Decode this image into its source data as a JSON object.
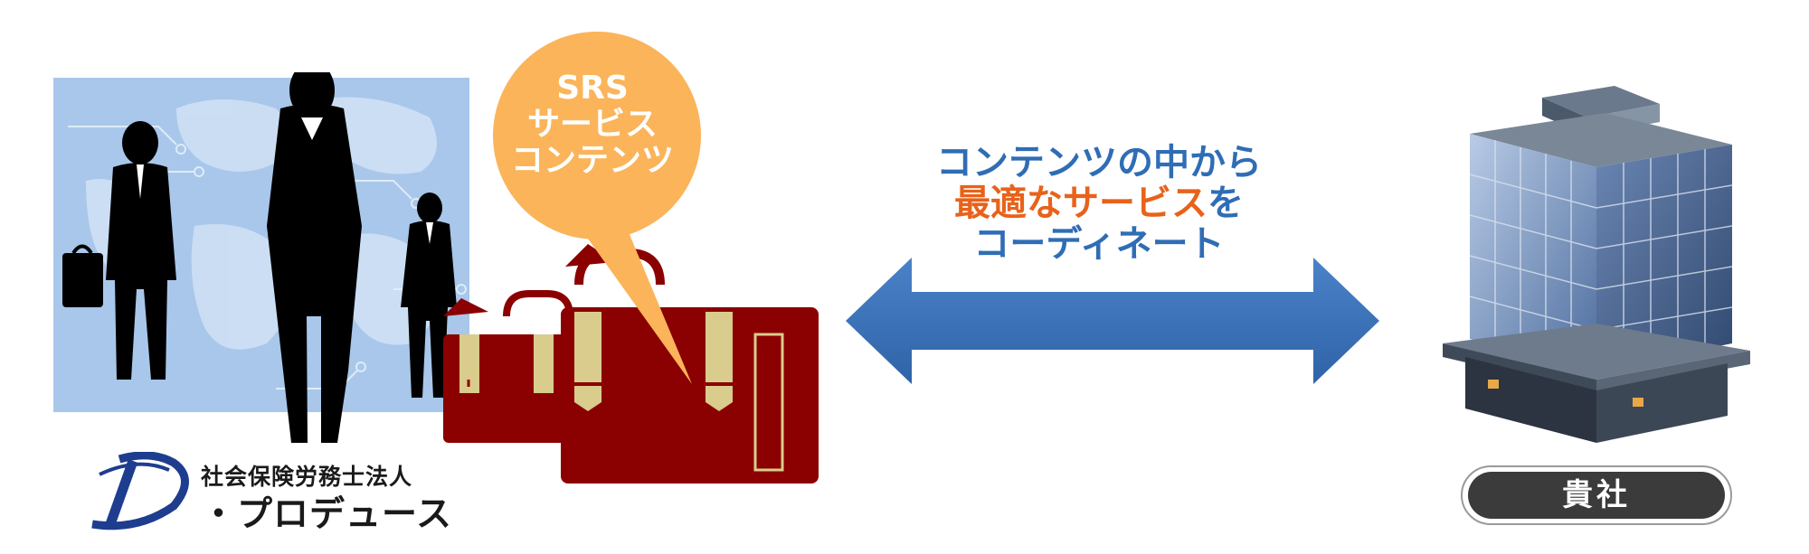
{
  "bubble": {
    "line1": "SRS",
    "line2": "サービス",
    "line3": "コンテンツ"
  },
  "caption": {
    "line1": "コンテンツの中から",
    "line2_highlight": "最適なサービス",
    "line2_rest": "を",
    "line3": "コーディネート"
  },
  "logo": {
    "subtitle": "社会保険労務士法人",
    "name": "・プロデュース",
    "mark": "D"
  },
  "client": {
    "label": "貴社"
  },
  "colors": {
    "bubble": "#fbb45a",
    "bag": "#8b0000",
    "bag_strap": "#d9cc8c",
    "arrow": "#3a6fb6",
    "caption_blue": "#2f6db5",
    "caption_orange": "#e8621a",
    "pill": "#3b3b3b"
  },
  "icons": [
    "business-people-silhouette",
    "world-map-background",
    "briefcase-icon",
    "speech-bubble",
    "double-arrow",
    "office-building-icon"
  ]
}
